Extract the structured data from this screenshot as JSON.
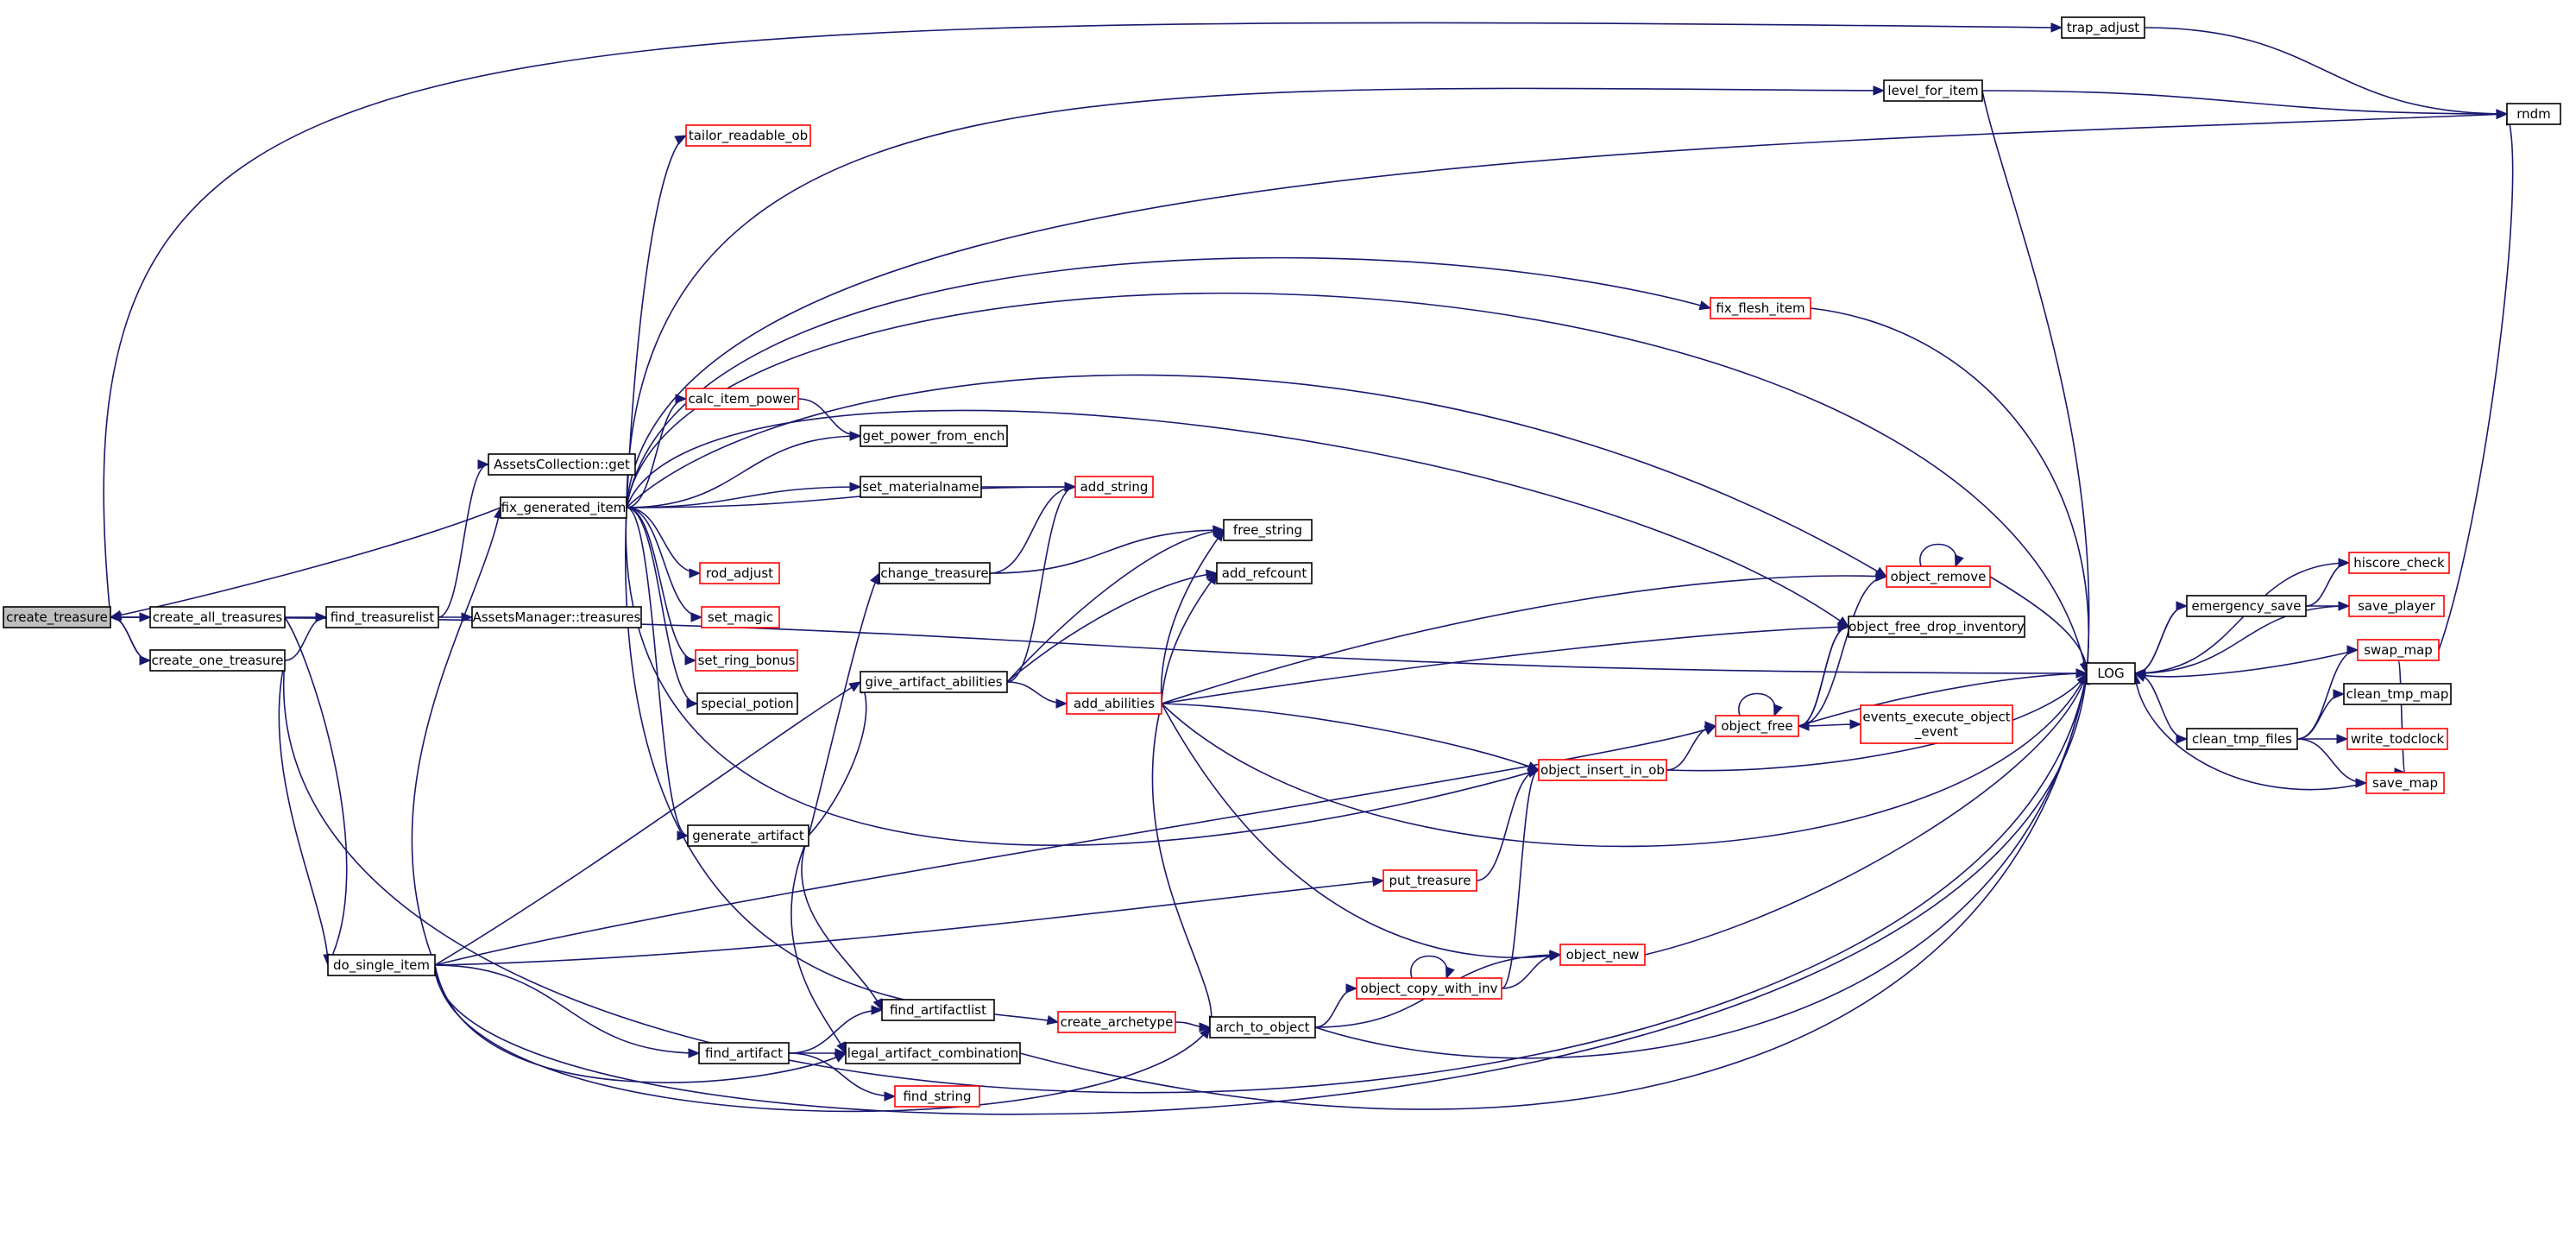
{
  "diagram": {
    "colors": {
      "edge": "#191970",
      "node_border": "#000000",
      "node_border_link_missing": "#ff0000",
      "root_fill": "#bfbfbf",
      "node_fill": "#ffffff"
    },
    "nodes": [
      {
        "id": "create_treasure",
        "label": "create_treasure",
        "style": "root"
      },
      {
        "id": "create_all_treasures",
        "label": "create_all_treasures",
        "style": "black"
      },
      {
        "id": "create_one_treasure",
        "label": "create_one_treasure",
        "style": "black"
      },
      {
        "id": "find_treasurelist",
        "label": "find_treasurelist",
        "style": "black"
      },
      {
        "id": "assets_get",
        "label": "AssetsCollection::get",
        "style": "black"
      },
      {
        "id": "assets_treasures",
        "label": "AssetsManager::treasures",
        "style": "black"
      },
      {
        "id": "fix_generated_item",
        "label": "fix_generated_item",
        "style": "black"
      },
      {
        "id": "do_single_item",
        "label": "do_single_item",
        "style": "black"
      },
      {
        "id": "tailor_readable_ob",
        "label": "tailor_readable_ob",
        "style": "red"
      },
      {
        "id": "calc_item_power",
        "label": "calc_item_power",
        "style": "red"
      },
      {
        "id": "get_power_from_ench",
        "label": "get_power_from_ench",
        "style": "black"
      },
      {
        "id": "set_materialname",
        "label": "set_materialname",
        "style": "black"
      },
      {
        "id": "add_string",
        "label": "add_string",
        "style": "red"
      },
      {
        "id": "rod_adjust",
        "label": "rod_adjust",
        "style": "red"
      },
      {
        "id": "set_magic",
        "label": "set_magic",
        "style": "red"
      },
      {
        "id": "set_ring_bonus",
        "label": "set_ring_bonus",
        "style": "red"
      },
      {
        "id": "special_potion",
        "label": "special_potion",
        "style": "black"
      },
      {
        "id": "generate_artifact",
        "label": "generate_artifact",
        "style": "black"
      },
      {
        "id": "change_treasure",
        "label": "change_treasure",
        "style": "black"
      },
      {
        "id": "give_artifact_abilities",
        "label": "give_artifact_abilities",
        "style": "black"
      },
      {
        "id": "add_abilities",
        "label": "add_abilities",
        "style": "red"
      },
      {
        "id": "free_string",
        "label": "free_string",
        "style": "black"
      },
      {
        "id": "add_refcount",
        "label": "add_refcount",
        "style": "black"
      },
      {
        "id": "find_artifactlist",
        "label": "find_artifactlist",
        "style": "black"
      },
      {
        "id": "find_artifact",
        "label": "find_artifact",
        "style": "black"
      },
      {
        "id": "legal_artifact_combination",
        "label": "legal_artifact_combination",
        "style": "black"
      },
      {
        "id": "find_string",
        "label": "find_string",
        "style": "red"
      },
      {
        "id": "create_archetype",
        "label": "create_archetype",
        "style": "red"
      },
      {
        "id": "arch_to_object",
        "label": "arch_to_object",
        "style": "black"
      },
      {
        "id": "object_copy_with_inv",
        "label": "object_copy_with_inv",
        "style": "red"
      },
      {
        "id": "object_new",
        "label": "object_new",
        "style": "red"
      },
      {
        "id": "put_treasure",
        "label": "put_treasure",
        "style": "red"
      },
      {
        "id": "object_insert_in_ob",
        "label": "object_insert_in_ob",
        "style": "red"
      },
      {
        "id": "object_free",
        "label": "object_free",
        "style": "red"
      },
      {
        "id": "events_execute_object_event",
        "label": "events_execute_object_event",
        "label_lines": [
          "events_execute_object",
          "_event"
        ],
        "style": "red"
      },
      {
        "id": "object_remove",
        "label": "object_remove",
        "style": "red"
      },
      {
        "id": "object_free_drop_inventory",
        "label": "object_free_drop_inventory",
        "style": "black"
      },
      {
        "id": "fix_flesh_item",
        "label": "fix_flesh_item",
        "style": "red"
      },
      {
        "id": "level_for_item",
        "label": "level_for_item",
        "style": "black"
      },
      {
        "id": "trap_adjust",
        "label": "trap_adjust",
        "style": "black"
      },
      {
        "id": "rndm",
        "label": "rndm",
        "style": "black"
      },
      {
        "id": "LOG",
        "label": "LOG",
        "style": "black"
      },
      {
        "id": "emergency_save",
        "label": "emergency_save",
        "style": "black"
      },
      {
        "id": "hiscore_check",
        "label": "hiscore_check",
        "style": "red"
      },
      {
        "id": "save_player",
        "label": "save_player",
        "style": "red"
      },
      {
        "id": "swap_map",
        "label": "swap_map",
        "style": "red"
      },
      {
        "id": "clean_tmp_files",
        "label": "clean_tmp_files",
        "style": "black"
      },
      {
        "id": "clean_tmp_map",
        "label": "clean_tmp_map",
        "style": "black"
      },
      {
        "id": "write_todclock",
        "label": "write_todclock",
        "style": "red"
      },
      {
        "id": "save_map",
        "label": "save_map",
        "style": "red"
      }
    ],
    "edges": [
      [
        "create_treasure",
        "create_all_treasures"
      ],
      [
        "create_treasure",
        "create_one_treasure"
      ],
      [
        "create_treasure",
        "LOG"
      ],
      [
        "create_treasure",
        "trap_adjust"
      ],
      [
        "create_all_treasures",
        "create_treasure"
      ],
      [
        "create_all_treasures",
        "find_treasurelist"
      ],
      [
        "create_all_treasures",
        "do_single_item"
      ],
      [
        "create_one_treasure",
        "create_treasure"
      ],
      [
        "create_one_treasure",
        "find_treasurelist"
      ],
      [
        "create_one_treasure",
        "do_single_item"
      ],
      [
        "create_one_treasure",
        "LOG"
      ],
      [
        "find_treasurelist",
        "assets_get"
      ],
      [
        "find_treasurelist",
        "assets_treasures"
      ],
      [
        "fix_generated_item",
        "create_treasure"
      ],
      [
        "fix_generated_item",
        "tailor_readable_ob"
      ],
      [
        "fix_generated_item",
        "level_for_item"
      ],
      [
        "fix_generated_item",
        "rndm"
      ],
      [
        "fix_generated_item",
        "LOG"
      ],
      [
        "fix_generated_item",
        "fix_flesh_item"
      ],
      [
        "fix_generated_item",
        "object_free_drop_inventory"
      ],
      [
        "fix_generated_item",
        "object_remove"
      ],
      [
        "fix_generated_item",
        "calc_item_power"
      ],
      [
        "fix_generated_item",
        "get_power_from_ench"
      ],
      [
        "fix_generated_item",
        "set_materialname"
      ],
      [
        "fix_generated_item",
        "add_string"
      ],
      [
        "fix_generated_item",
        "rod_adjust"
      ],
      [
        "fix_generated_item",
        "set_magic"
      ],
      [
        "fix_generated_item",
        "set_ring_bonus"
      ],
      [
        "fix_generated_item",
        "special_potion"
      ],
      [
        "fix_generated_item",
        "generate_artifact"
      ],
      [
        "fix_generated_item",
        "object_insert_in_ob"
      ],
      [
        "fix_generated_item",
        "create_archetype"
      ],
      [
        "calc_item_power",
        "get_power_from_ench"
      ],
      [
        "set_materialname",
        "add_string"
      ],
      [
        "change_treasure",
        "add_string"
      ],
      [
        "change_treasure",
        "free_string"
      ],
      [
        "generate_artifact",
        "change_treasure"
      ],
      [
        "generate_artifact",
        "give_artifact_abilities"
      ],
      [
        "generate_artifact",
        "find_artifactlist"
      ],
      [
        "generate_artifact",
        "legal_artifact_combination"
      ],
      [
        "give_artifact_abilities",
        "add_string"
      ],
      [
        "give_artifact_abilities",
        "free_string"
      ],
      [
        "give_artifact_abilities",
        "add_refcount"
      ],
      [
        "give_artifact_abilities",
        "add_abilities"
      ],
      [
        "add_abilities",
        "free_string"
      ],
      [
        "add_abilities",
        "add_refcount"
      ],
      [
        "add_abilities",
        "object_remove"
      ],
      [
        "add_abilities",
        "object_free_drop_inventory"
      ],
      [
        "add_abilities",
        "object_insert_in_ob"
      ],
      [
        "add_abilities",
        "LOG"
      ],
      [
        "add_abilities",
        "object_new"
      ],
      [
        "add_abilities",
        "arch_to_object"
      ],
      [
        "do_single_item",
        "fix_generated_item"
      ],
      [
        "do_single_item",
        "give_artifact_abilities"
      ],
      [
        "do_single_item",
        "object_free"
      ],
      [
        "do_single_item",
        "put_treasure"
      ],
      [
        "do_single_item",
        "find_artifact"
      ],
      [
        "do_single_item",
        "legal_artifact_combination"
      ],
      [
        "do_single_item",
        "arch_to_object"
      ],
      [
        "do_single_item",
        "LOG"
      ],
      [
        "find_artifact",
        "find_artifactlist"
      ],
      [
        "find_artifact",
        "legal_artifact_combination"
      ],
      [
        "find_artifact",
        "find_string"
      ],
      [
        "legal_artifact_combination",
        "LOG"
      ],
      [
        "create_archetype",
        "arch_to_object"
      ],
      [
        "arch_to_object",
        "object_copy_with_inv"
      ],
      [
        "arch_to_object",
        "object_new"
      ],
      [
        "arch_to_object",
        "LOG"
      ],
      [
        "object_copy_with_inv",
        "object_copy_with_inv"
      ],
      [
        "object_copy_with_inv",
        "object_new"
      ],
      [
        "object_copy_with_inv",
        "object_insert_in_ob"
      ],
      [
        "put_treasure",
        "object_insert_in_ob"
      ],
      [
        "object_new",
        "LOG"
      ],
      [
        "object_insert_in_ob",
        "object_free"
      ],
      [
        "object_insert_in_ob",
        "LOG"
      ],
      [
        "object_free",
        "object_free"
      ],
      [
        "object_free",
        "object_remove"
      ],
      [
        "object_free",
        "object_free_drop_inventory"
      ],
      [
        "object_free",
        "events_execute_object_event"
      ],
      [
        "object_free",
        "LOG"
      ],
      [
        "object_free_drop_inventory",
        "object_free"
      ],
      [
        "object_remove",
        "object_remove"
      ],
      [
        "object_remove",
        "LOG"
      ],
      [
        "fix_flesh_item",
        "LOG"
      ],
      [
        "level_for_item",
        "LOG"
      ],
      [
        "level_for_item",
        "rndm"
      ],
      [
        "trap_adjust",
        "rndm"
      ],
      [
        "LOG",
        "emergency_save"
      ],
      [
        "LOG",
        "clean_tmp_files"
      ],
      [
        "emergency_save",
        "LOG"
      ],
      [
        "emergency_save",
        "hiscore_check"
      ],
      [
        "emergency_save",
        "save_player"
      ],
      [
        "hiscore_check",
        "LOG"
      ],
      [
        "save_player",
        "LOG"
      ],
      [
        "clean_tmp_files",
        "swap_map"
      ],
      [
        "clean_tmp_files",
        "clean_tmp_map"
      ],
      [
        "clean_tmp_files",
        "write_todclock"
      ],
      [
        "clean_tmp_files",
        "save_map"
      ],
      [
        "swap_map",
        "LOG"
      ],
      [
        "swap_map",
        "rndm"
      ],
      [
        "swap_map",
        "save_map"
      ],
      [
        "save_map",
        "LOG"
      ]
    ]
  }
}
